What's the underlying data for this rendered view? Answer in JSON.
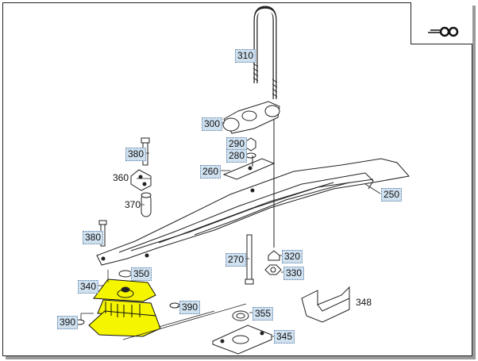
{
  "diagram": {
    "vehicle_icon": "truck-axle-icon",
    "highlight_color": "#f5f500",
    "callout_color": "#cfe0ef",
    "parts": [
      {
        "id": "p310",
        "label": "310",
        "boxed": true
      },
      {
        "id": "p300",
        "label": "300",
        "boxed": true
      },
      {
        "id": "p290",
        "label": "290",
        "boxed": true
      },
      {
        "id": "p280",
        "label": "280",
        "boxed": true
      },
      {
        "id": "p380a",
        "label": "380",
        "boxed": true
      },
      {
        "id": "p260",
        "label": "260",
        "boxed": true
      },
      {
        "id": "p360",
        "label": "360",
        "boxed": false
      },
      {
        "id": "p250",
        "label": "250",
        "boxed": true
      },
      {
        "id": "p370",
        "label": "370",
        "boxed": false
      },
      {
        "id": "p380b",
        "label": "380",
        "boxed": true
      },
      {
        "id": "p270",
        "label": "270",
        "boxed": true
      },
      {
        "id": "p320",
        "label": "320",
        "boxed": true
      },
      {
        "id": "p330",
        "label": "330",
        "boxed": true
      },
      {
        "id": "p340",
        "label": "340",
        "boxed": true
      },
      {
        "id": "p350",
        "label": "350",
        "boxed": true
      },
      {
        "id": "p390a",
        "label": "390",
        "boxed": true
      },
      {
        "id": "p348",
        "label": "348",
        "boxed": false
      },
      {
        "id": "p390b",
        "label": "390",
        "boxed": true
      },
      {
        "id": "p355",
        "label": "355",
        "boxed": true
      },
      {
        "id": "p345",
        "label": "345",
        "boxed": true
      }
    ]
  }
}
